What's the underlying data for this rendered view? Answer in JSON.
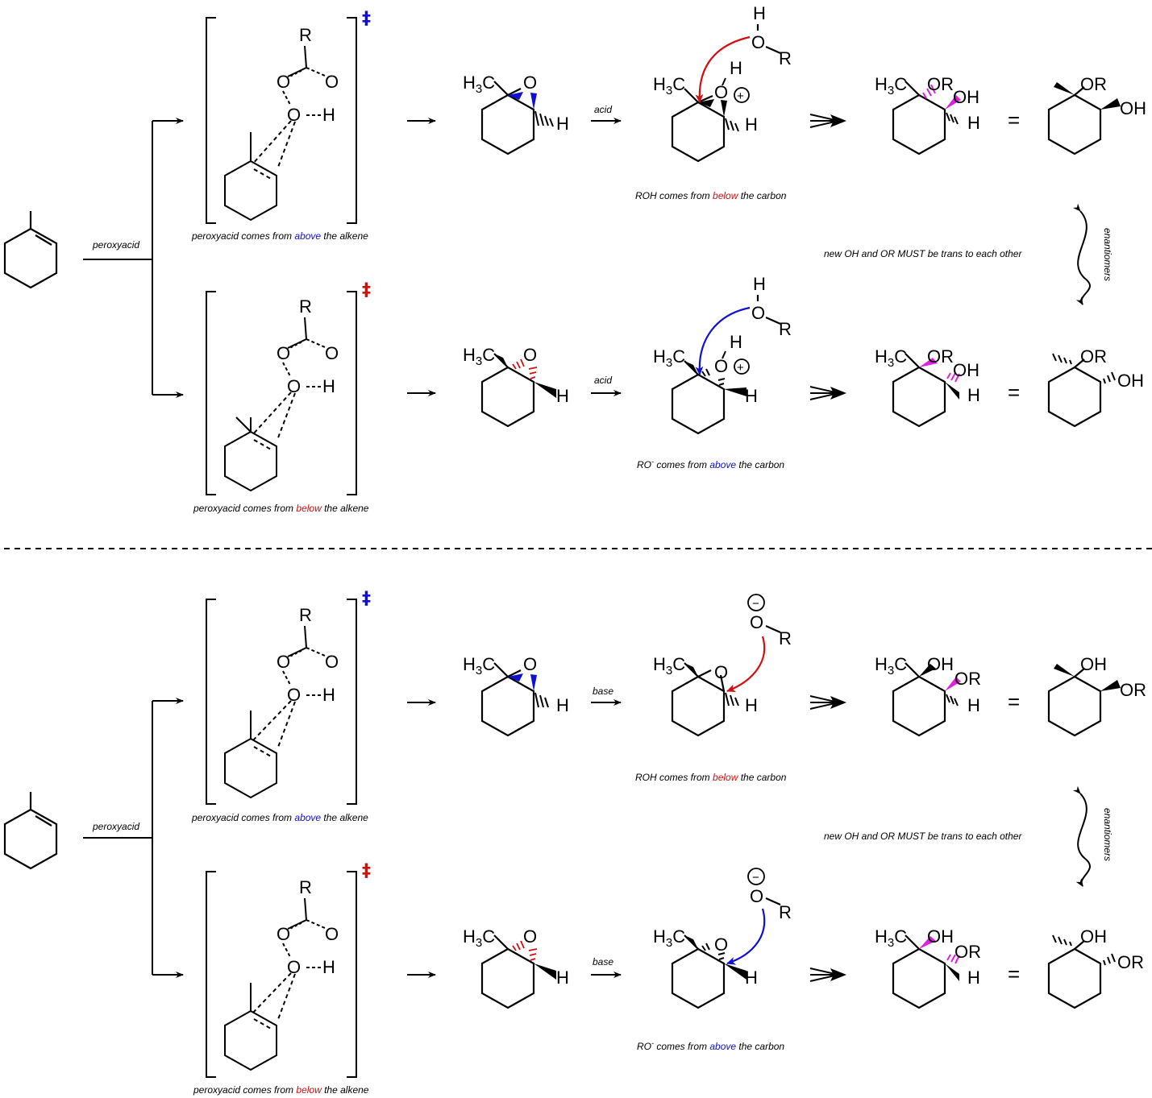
{
  "atoms": {
    "R": "R",
    "O": "O",
    "H": "H",
    "OH": "OH",
    "OR": "OR",
    "H3C_main": "H",
    "H3C_sub": "3",
    "H3C_tail": "C",
    "plus": "+",
    "minus": "−",
    "equals": "=",
    "dagger": "‡"
  },
  "top": {
    "reagent": "peroxyacid",
    "upper": {
      "ts_caption_pre": "peroxyacid comes from ",
      "ts_caption_key": "above",
      "ts_caption_post": " the alkene",
      "condition": "acid",
      "attack_pre": "ROH comes from ",
      "attack_key": "below",
      "attack_post": " the carbon"
    },
    "lower": {
      "ts_caption_pre": "peroxyacid comes from ",
      "ts_caption_key": "below",
      "ts_caption_post": " the alkene",
      "condition": "acid",
      "attack_pre": "RO",
      "attack_sup": "-",
      "attack_mid": " comes from ",
      "attack_key": "above",
      "attack_post": " the carbon"
    },
    "trans_note": "new OH and OR MUST be trans to each other",
    "enantiomers": "enantiomers"
  },
  "bottom": {
    "reagent": "peroxyacid",
    "upper": {
      "ts_caption_pre": "peroxyacid comes from ",
      "ts_caption_key": "above",
      "ts_caption_post": " the alkene",
      "condition": "base",
      "attack_pre": "ROH comes from ",
      "attack_key": "below",
      "attack_post": " the carbon"
    },
    "lower": {
      "ts_caption_pre": "peroxyacid comes from ",
      "ts_caption_key": "below",
      "ts_caption_post": " the alkene",
      "condition": "base",
      "attack_pre": "RO",
      "attack_sup": "-",
      "attack_mid": " comes from ",
      "attack_key": "above",
      "attack_post": " the carbon"
    },
    "trans_note": "new OH and OR MUST be trans to each other",
    "enantiomers": "enantiomers"
  },
  "colors": {
    "blue": "#1010d0",
    "red": "#d01010",
    "magenta": "#e020e0",
    "ink": "#000000"
  }
}
